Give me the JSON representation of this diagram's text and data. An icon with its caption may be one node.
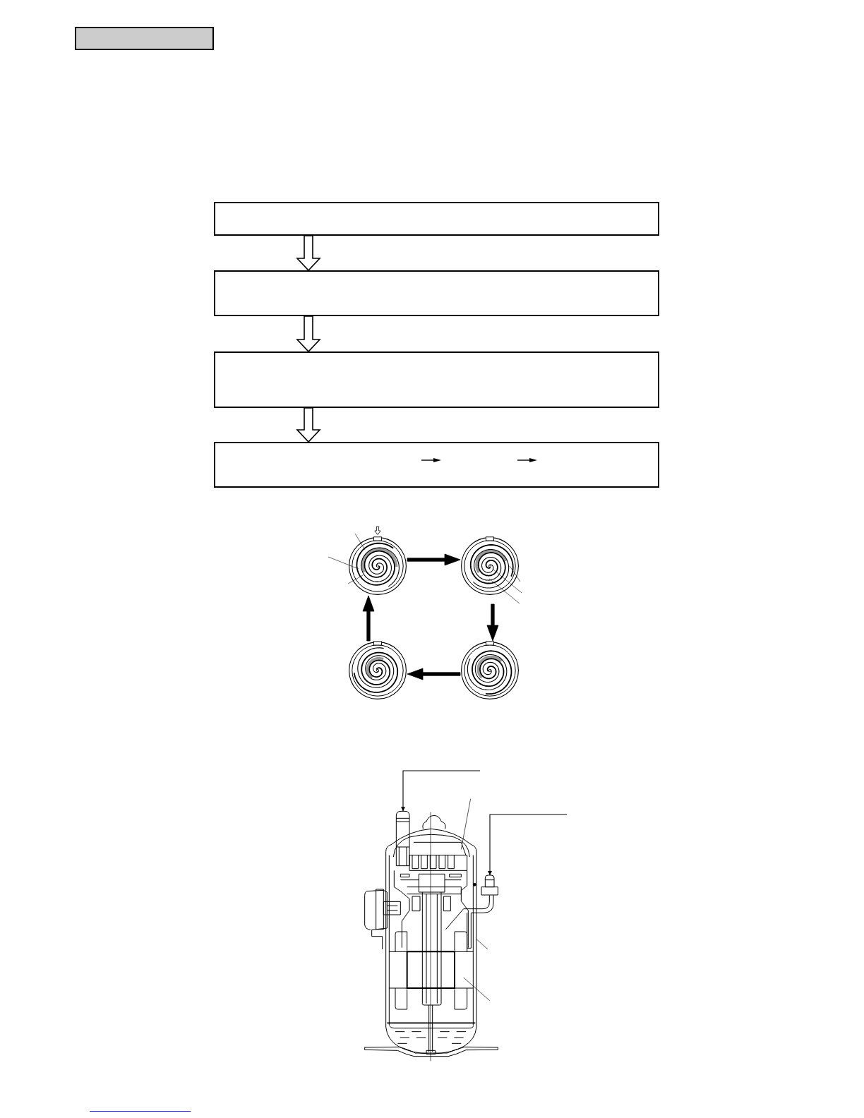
{
  "diagram": {
    "nodes": [
      {
        "text": [],
        "shape": "box"
      },
      {
        "text": [],
        "shape": "box"
      },
      {
        "text": [],
        "shape": "box"
      },
      {
        "text": [],
        "shape": "box"
      },
      {
        "text": [],
        "shape": "box"
      },
      {
        "text": [],
        "shape": "picture"
      },
      {
        "text": [],
        "shape": "picture"
      },
      {
        "text": [],
        "shape": "picture"
      },
      {
        "text": [],
        "shape": "picture"
      },
      {
        "text": [],
        "shape": "picture"
      },
      {
        "text": [],
        "shape": "picture",
        "in": 9
      },
      {
        "text": [],
        "shape": "picture",
        "in": 9
      }
    ],
    "edges": [
      {
        "from": 1,
        "to": 2,
        "arrow": "to"
      },
      {
        "from": 2,
        "to": 3,
        "arrow": "to"
      },
      {
        "from": 3,
        "to": 4,
        "arrow": "to"
      },
      {
        "from": 5,
        "to": 6,
        "arrow": "to",
        "style": "thick"
      },
      {
        "from": 6,
        "to": 8,
        "arrow": "to",
        "style": "thick"
      },
      {
        "from": 8,
        "to": 7,
        "arrow": "to",
        "style": "thick"
      },
      {
        "from": 7,
        "to": 5,
        "arrow": "to",
        "style": "thick"
      },
      {
        "from": null,
        "to": 10,
        "arrow": "to"
      },
      {
        "from": null,
        "to": 11,
        "arrow": "to"
      }
    ]
  }
}
